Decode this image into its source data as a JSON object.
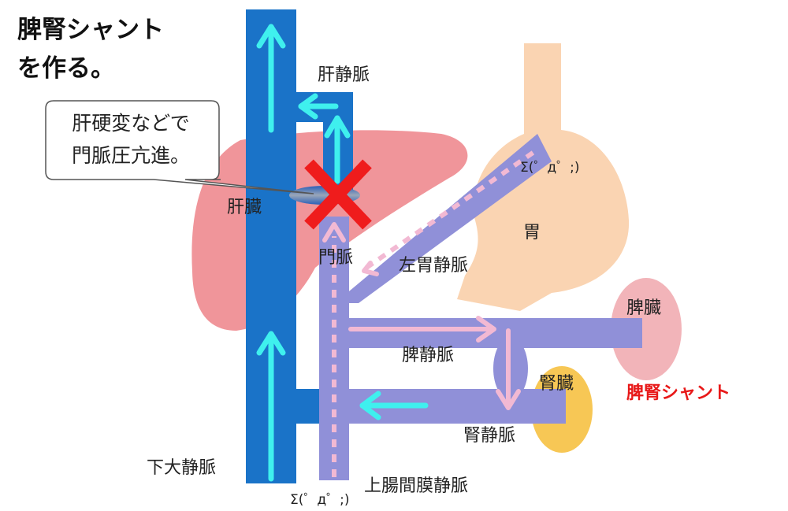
{
  "title": {
    "line1": "脾腎シャント",
    "line2": "を作る。"
  },
  "callout": {
    "line1": "肝硬変などで",
    "line2": "門脈圧亢進。"
  },
  "labels": {
    "hepatic_vein": "肝静脈",
    "liver": "肝臓",
    "stomach": "胃",
    "portal_vein": "門脈",
    "left_gastric_vein": "左胃静脈",
    "spleen": "脾臓",
    "splenic_vein": "脾静脈",
    "kidney": "腎臓",
    "splenorenal_shunt": "脾腎シャント",
    "renal_vein": "腎静脈",
    "ivc": "下大静脈",
    "smv": "上腸間膜静脈"
  },
  "emoticons": {
    "stomach": "Σ(゜д゜;)",
    "bottom": "Σ(゜д゜;)"
  },
  "colors": {
    "ivc_blue": "#1a73c8",
    "arrow_cyan": "#3ff0ee",
    "portal_purple": "#9090d8",
    "dash_pink": "#f2b9d3",
    "liver": "#f0959a",
    "stomach": "#fad4b2",
    "spleen": "#f2b4b9",
    "kidney": "#f7c755",
    "cross_red": "#ef1c1c",
    "shunt_red": "#e81919"
  }
}
